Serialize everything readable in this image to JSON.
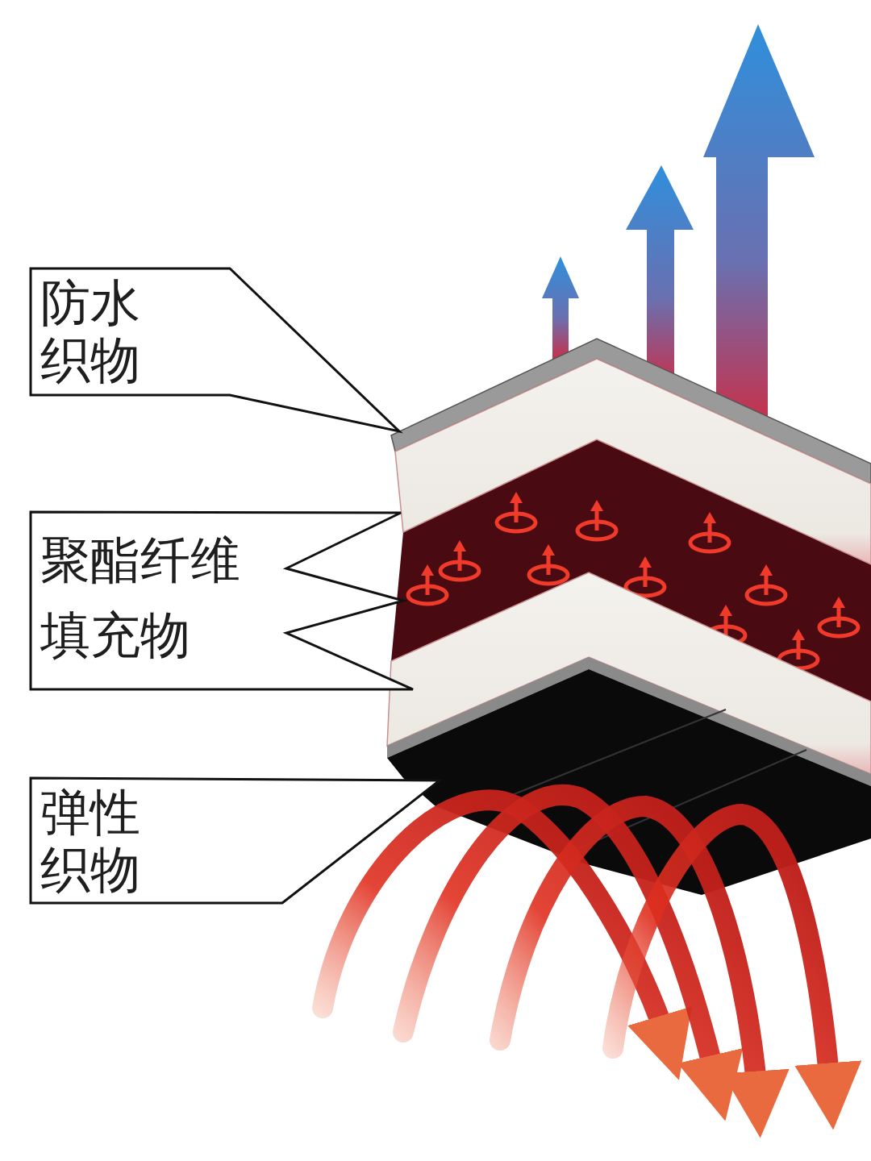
{
  "diagram": {
    "nodes": [
      {
        "text": [
          "防水 织物"
        ]
      },
      {
        "text": [
          "聚酯纤维 填充物"
        ]
      },
      {
        "text": [
          "弹性 织物"
        ]
      }
    ]
  }
}
